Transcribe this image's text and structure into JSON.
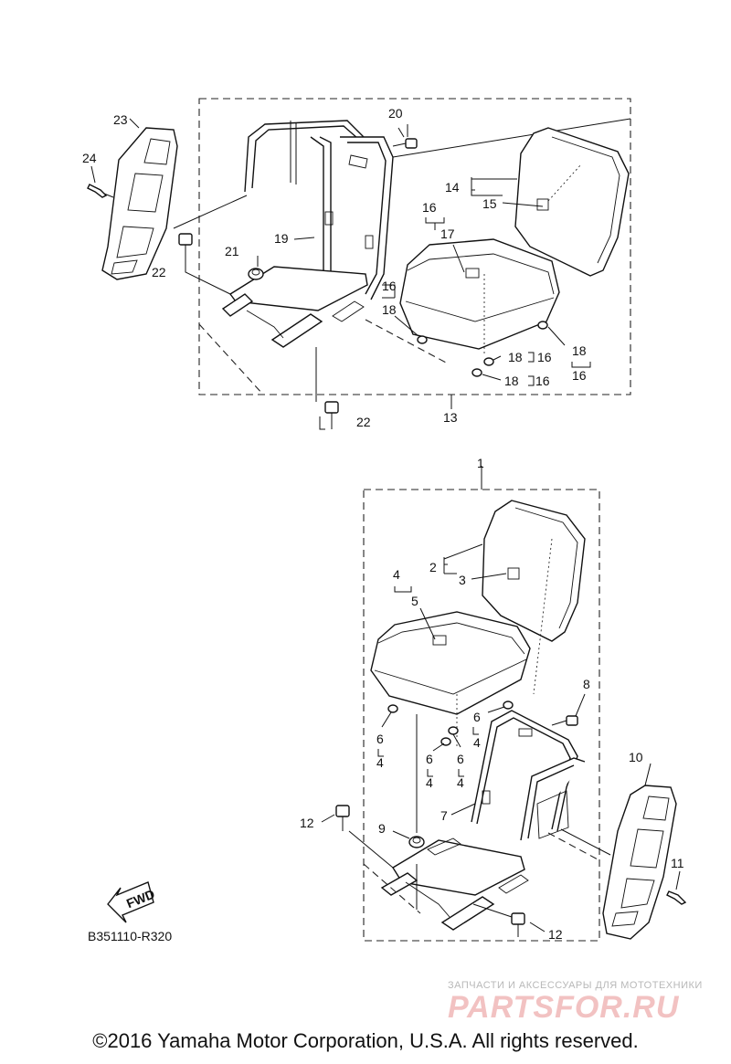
{
  "labels": {
    "p1": "1",
    "p2": "2",
    "p3": "3",
    "p4": "4",
    "p5": "5",
    "p6a": "6",
    "p4a": "4",
    "p6b": "6",
    "p4b": "4",
    "p6c": "6",
    "p4c": "4",
    "p6d": "6",
    "p4d": "4",
    "p7": "7",
    "p8": "8",
    "p9": "9",
    "p10": "10",
    "p11": "11",
    "p12a": "12",
    "p12b": "12",
    "p13": "13",
    "p14": "14",
    "p15": "15",
    "p16a": "16",
    "p17": "17",
    "p16b": "16",
    "p18b": "18",
    "p18c": "18",
    "p16c": "16",
    "p18d": "18",
    "p16d": "16",
    "p18e": "18",
    "p16e": "16",
    "p19": "19",
    "p20": "20",
    "p21": "21",
    "p22a": "22",
    "p22b": "22",
    "p23": "23",
    "p24": "24"
  },
  "fwd": "FWD",
  "drawing_code": "B351110-R320",
  "copyright": "©2016 Yamaha Motor Corporation, U.S.A. All rights reserved.",
  "watermark": {
    "small": "ЗАПЧАСТИ И АКСЕССУАРЫ ДЛЯ МОТОТЕХНИКИ",
    "big": "PARTSFOR.RU"
  }
}
